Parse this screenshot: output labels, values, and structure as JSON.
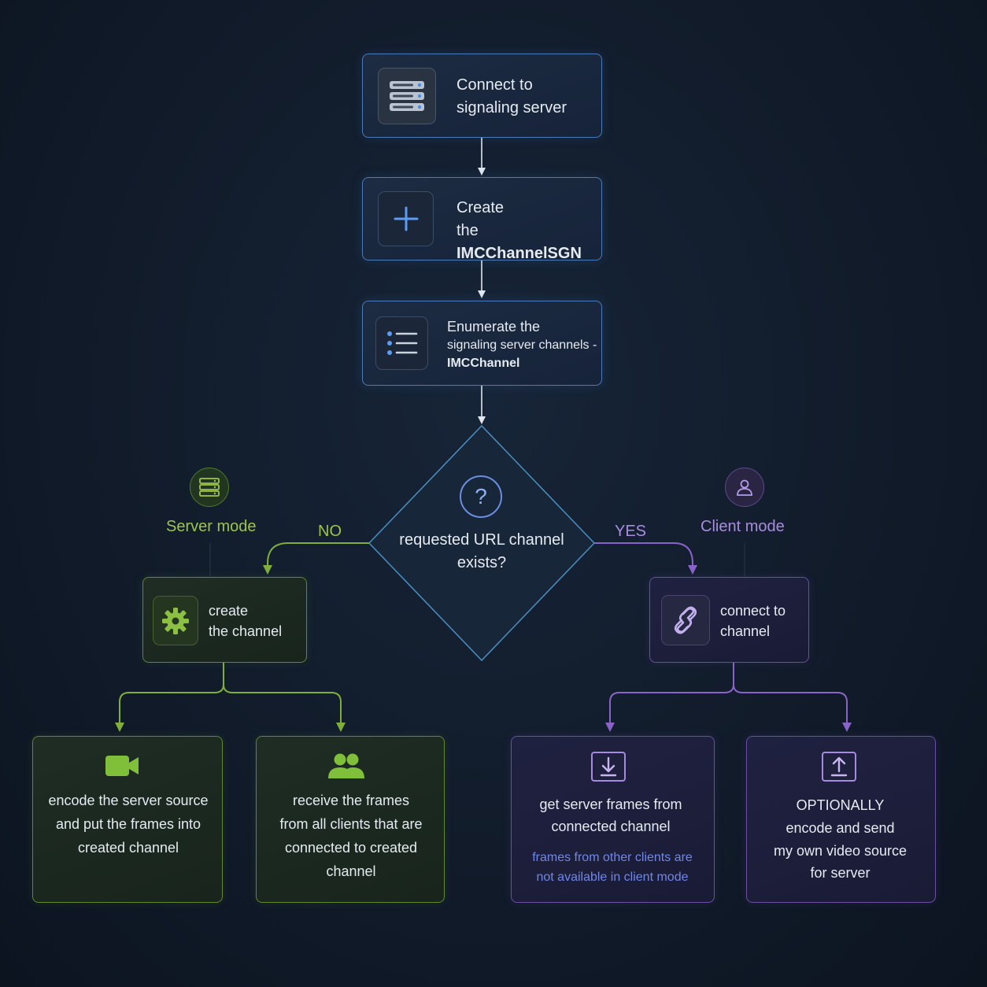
{
  "nodes": {
    "connect": {
      "line1": "Connect to",
      "line2": "signaling server",
      "icon": "server-icon"
    },
    "create_sgn": {
      "line1": "Create",
      "line2_prefix": "the ",
      "line2_bold": "IMCChannelSGN",
      "icon": "plus-icon"
    },
    "enumerate": {
      "line1": "Enumerate the",
      "line2": "signaling server channels -",
      "line3_bold": "IMCChannel",
      "icon": "list-icon"
    },
    "decision": {
      "line1": "requested URL channel",
      "line2": "exists?",
      "icon": "question-icon"
    },
    "create_channel": {
      "line1": "create",
      "line2": "the channel",
      "icon": "gear-icon"
    },
    "connect_channel": {
      "line1": "connect to",
      "line2": "channel",
      "icon": "link-icon"
    },
    "encode_server": {
      "line1": "encode the server source",
      "line2": "and put the frames into",
      "line3": "created channel",
      "icon": "video-camera-icon"
    },
    "receive_frames": {
      "line1": "receive the frames",
      "line2": "from all clients that are",
      "line3": "connected to created",
      "line4": "channel",
      "icon": "users-icon"
    },
    "get_frames": {
      "line1": "get server frames from",
      "line2": "connected channel",
      "note1": "frames from other clients are",
      "note2": "not available in client mode",
      "icon": "download-icon"
    },
    "optional_send": {
      "line1": "OPTIONALLY",
      "line2": "encode and send",
      "line3": "my own video source",
      "line4": "for server",
      "icon": "upload-icon"
    }
  },
  "labels": {
    "server_mode": "Server mode",
    "client_mode": "Client mode",
    "no": "NO",
    "yes": "YES",
    "server_mode_icon": "server-icon",
    "client_mode_icon": "user-icon"
  },
  "colors": {
    "blue": "#4a7bb8",
    "green": "#7fae3a",
    "purple": "#8a63c9",
    "note": "#6f87e8",
    "background": "#111b2a"
  }
}
